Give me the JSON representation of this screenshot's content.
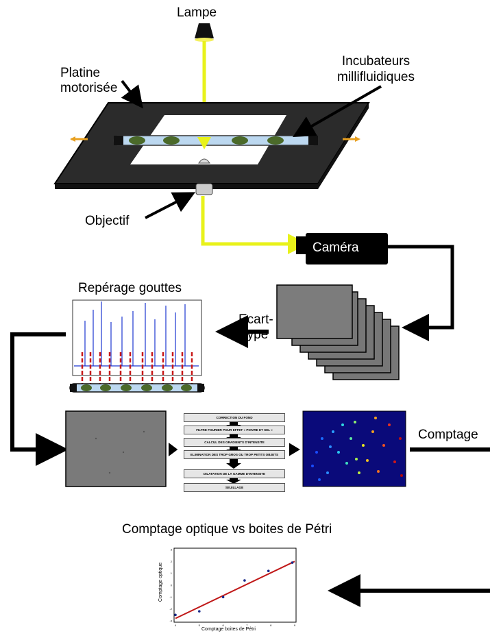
{
  "labels": {
    "lamp": "Lampe",
    "stage": "Platine\nmotorisée",
    "incubators": "Incubateurs\nmillifluidiques",
    "objective": "Objectif",
    "camera": "Caméra",
    "droplet_detection": "Repérage gouttes",
    "std_dev": "Ecart-\ntype",
    "counting": "Comptage",
    "plot_title": "Comptage optique vs boites de Pétri"
  },
  "processing_steps": [
    "CORRECTION DU FOND",
    "FILTRE FOURIER POUR EFFET « POIVRE ET SEL »",
    "CALCUL DES GRADIENTS D'INTENSITE",
    "ELIMINATION DES TROP GROS OU TROP PETITS OBJETS",
    "DILATATION DE LA GAMME D'INTENSITE",
    "SEUILLAGE"
  ],
  "colors": {
    "lamp_beam": "#e8f21a",
    "stage": "#2b2b2b",
    "droplet": "#4b6a2a",
    "tube": "#bcd8f0",
    "arrow_orange": "#e8a020",
    "fit_line": "#c01818",
    "heatmap_bg": "#0a0a7a"
  },
  "chart_data": {
    "type": "scatter",
    "title": "",
    "xlabel": "Comptage boites de Pétri",
    "ylabel": "Comptage optique",
    "xlim": [
      4,
      9
    ],
    "ylim": [
      -3,
      3
    ],
    "x_ticks": [
      "4",
      "5",
      "6",
      "7",
      "8",
      "9"
    ],
    "y_ticks": [
      "3",
      "2",
      "1",
      "0",
      "-1",
      "-2",
      "-3"
    ],
    "points": [
      {
        "x": 4.0,
        "y": -2.5
      },
      {
        "x": 5.0,
        "y": -2.2
      },
      {
        "x": 6.0,
        "y": -1.0
      },
      {
        "x": 6.9,
        "y": 0.4
      },
      {
        "x": 7.9,
        "y": 1.2
      },
      {
        "x": 8.9,
        "y": 1.9
      }
    ],
    "fit_line": {
      "x": [
        4.0,
        9.0
      ],
      "y": [
        -2.8,
        2.0
      ]
    }
  }
}
